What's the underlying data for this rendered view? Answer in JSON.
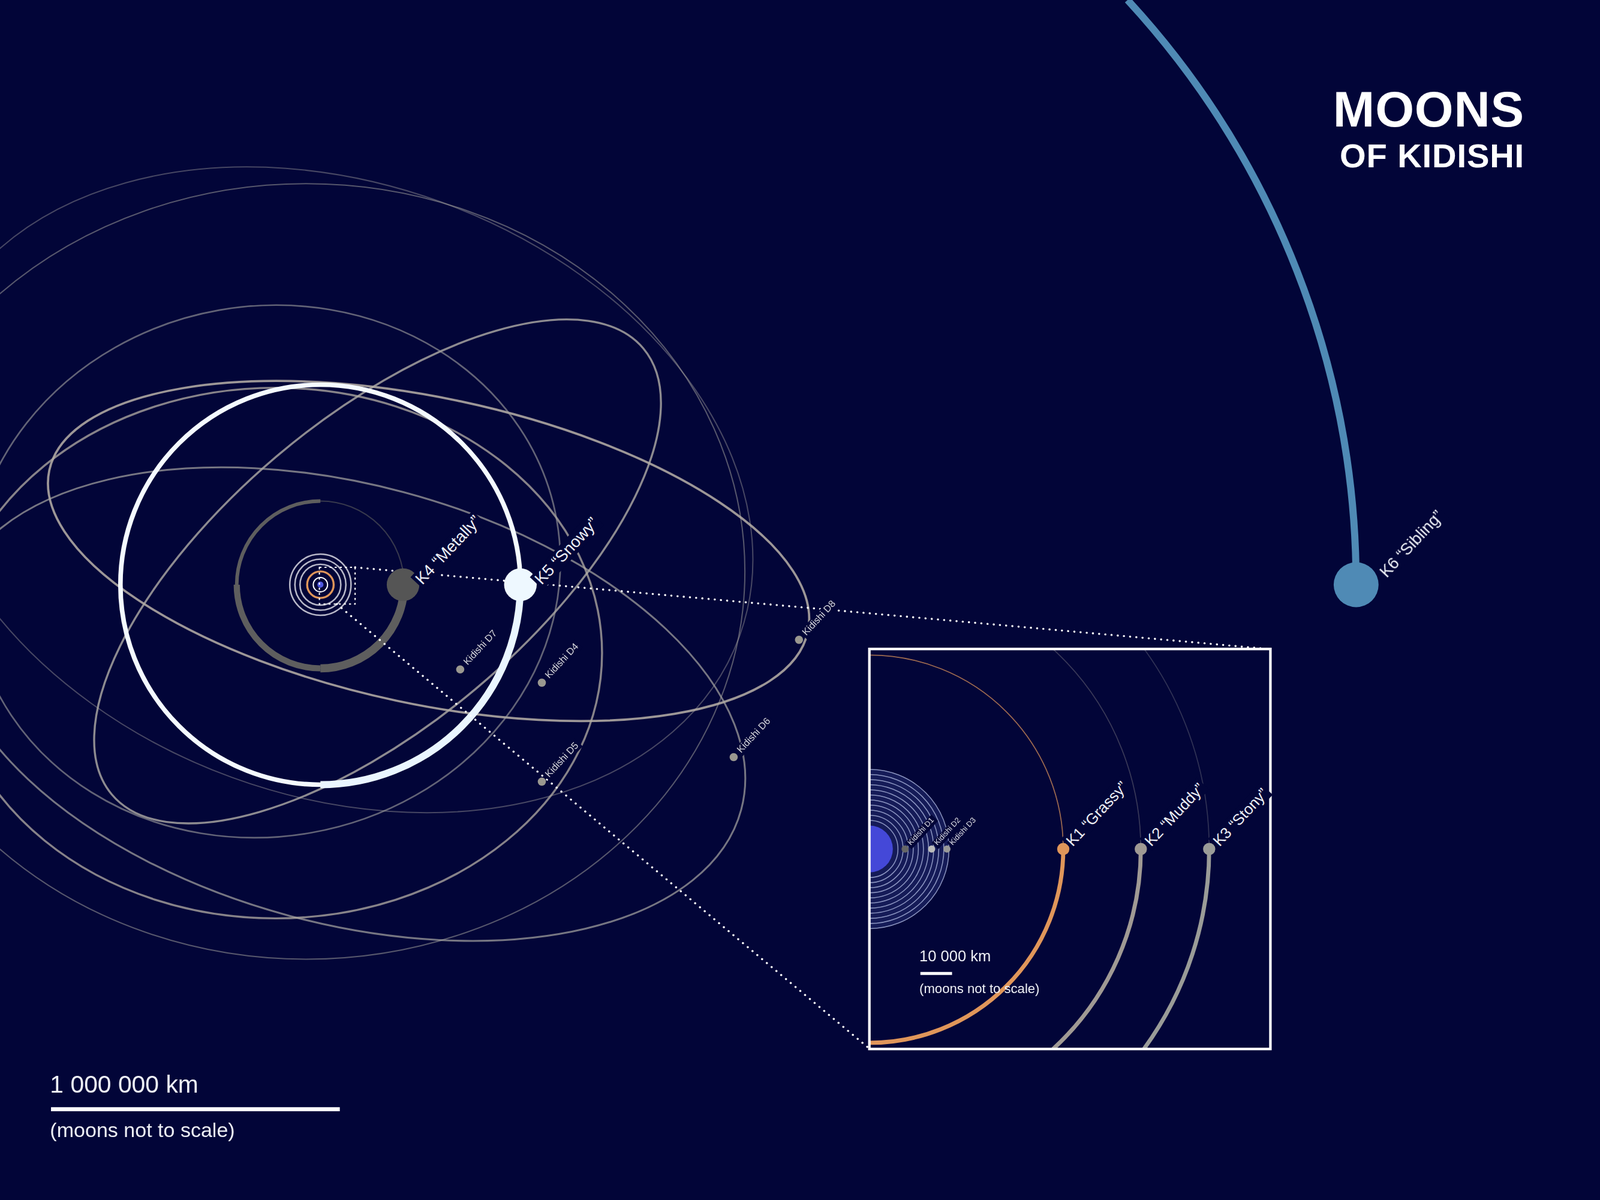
{
  "diagram": {
    "title": "MOONS OF KIDISHI",
    "labels": [
      "K4 “Metally”",
      "K5 “Snowy”",
      "K6 “Sibling”",
      "Kidishi D7",
      "Kidishi D4",
      "Kidishi D8",
      "Kidishi D5",
      "Kidishi D6",
      "Kidishi D1",
      "Kidishi D2",
      "Kidishi D3",
      "K1 “Grassy”",
      "K2 “Muddy”",
      "K3 “Stony”",
      "10 000 km",
      "(moons not to scale)",
      "1 000 000 km",
      "(moons not to scale)"
    ]
  }
}
